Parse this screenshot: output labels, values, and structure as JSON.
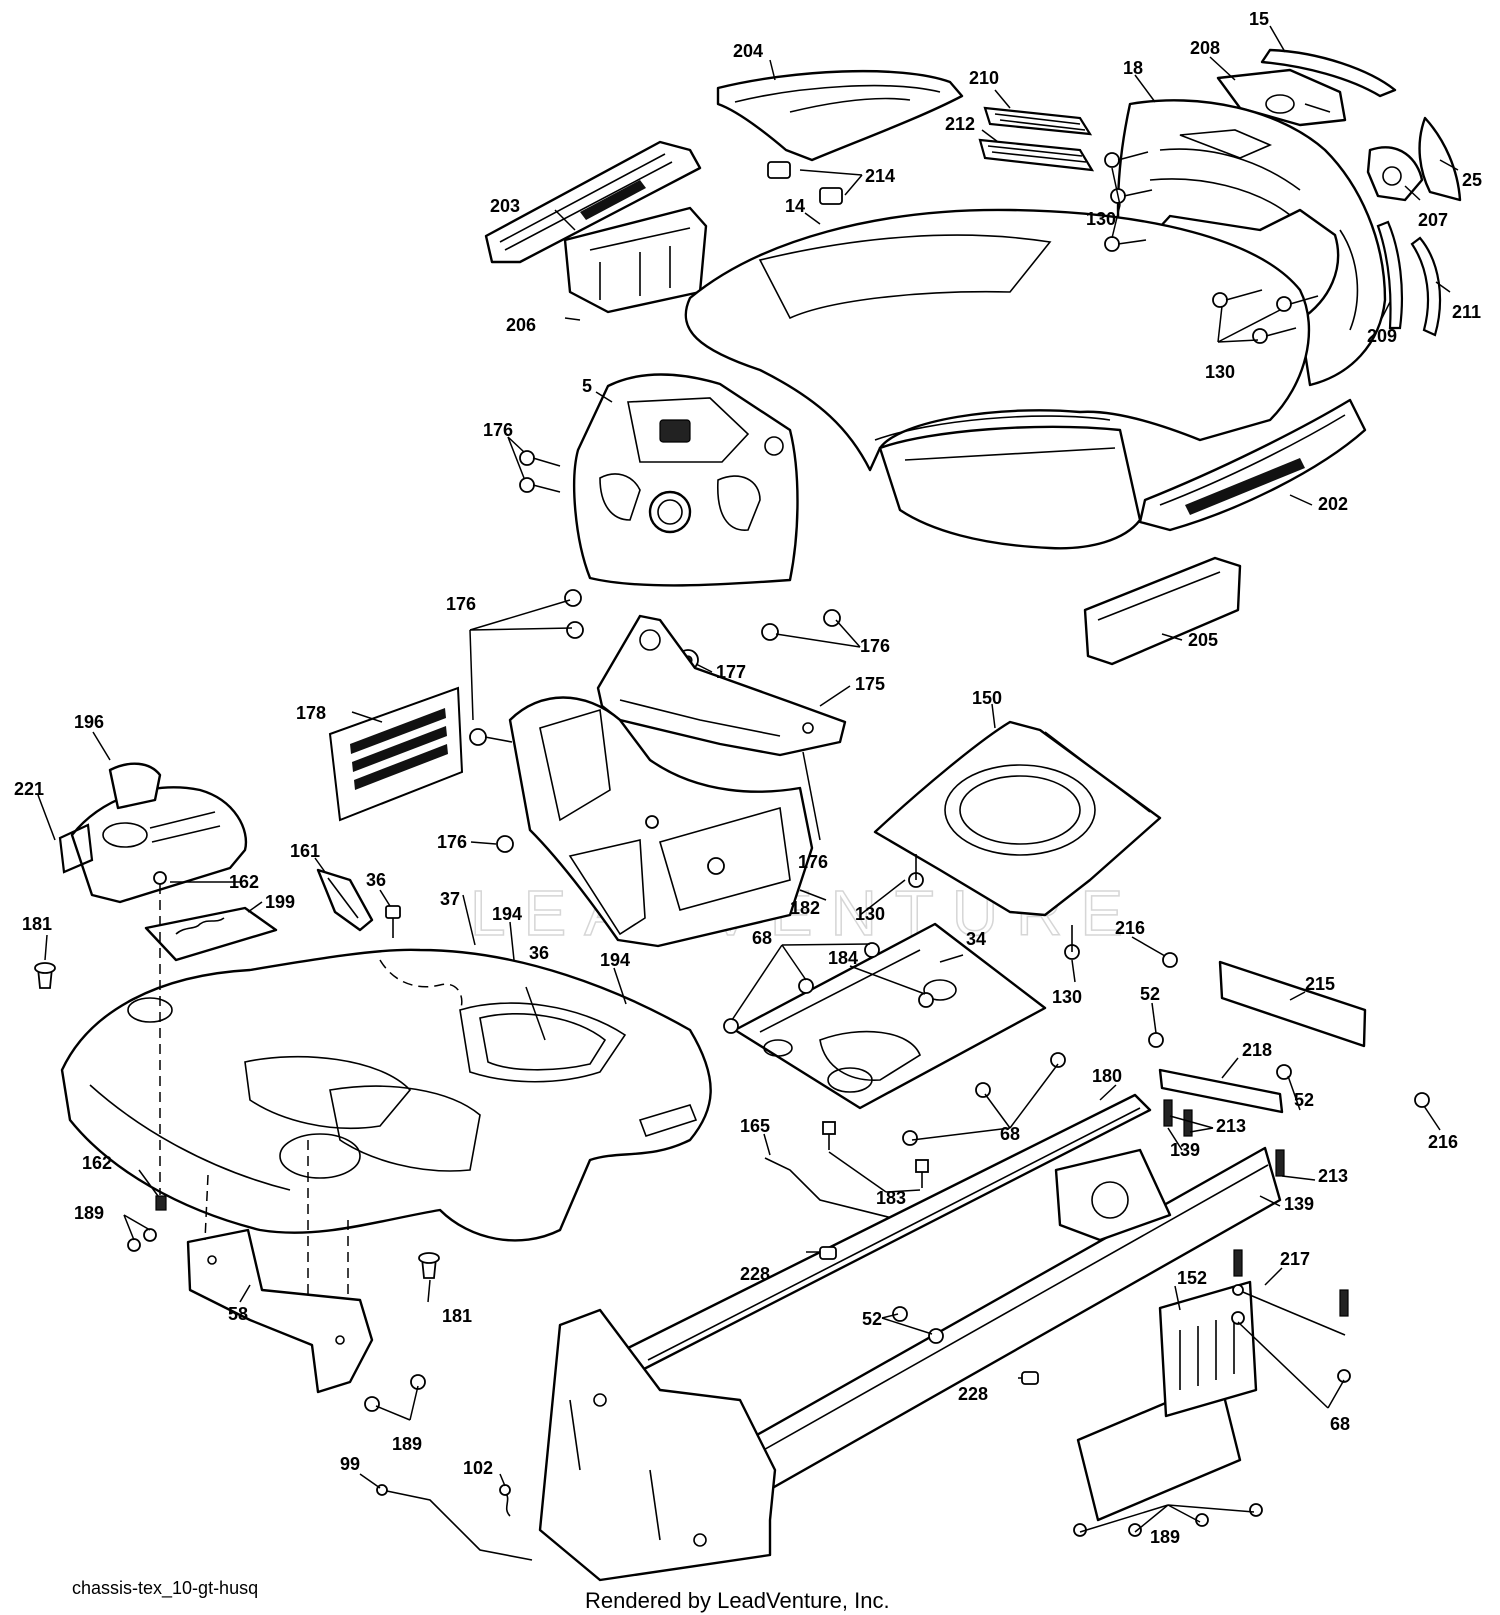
{
  "diagram": {
    "code": "chassis-tex_10-gt-husq",
    "rendered_by": "Rendered by LeadVenture, Inc.",
    "watermark": "LEADVENTURE"
  },
  "callouts": {
    "c204": "204",
    "c15": "15",
    "c208": "208",
    "c18": "18",
    "c210": "210",
    "c212": "212",
    "c214": "214",
    "c203": "203",
    "c14": "14",
    "c130a": "130",
    "c207": "207",
    "c25": "25",
    "c211": "211",
    "c209": "209",
    "c206": "206",
    "c130b": "130",
    "c5": "5",
    "c176a": "176",
    "c202": "202",
    "c176b": "176",
    "c176c": "176",
    "c205": "205",
    "c177": "177",
    "c175": "175",
    "c150": "150",
    "c178": "178",
    "c196": "196",
    "c221": "221",
    "c176d": "176",
    "c176e": "176",
    "c162a": "162",
    "c161": "161",
    "c36a": "36",
    "c199": "199",
    "c37": "37",
    "c182": "182",
    "c130c": "130",
    "c34": "34",
    "c181a": "181",
    "c194a": "194",
    "c36b": "36",
    "c194b": "194",
    "c68a": "68",
    "c184": "184",
    "c216a": "216",
    "c130d": "130",
    "c215": "215",
    "c52a": "52",
    "c218": "218",
    "c180": "180",
    "c52b": "52",
    "c213a": "213",
    "c139a": "139",
    "c216b": "216",
    "c68b": "68",
    "c165": "165",
    "c213b": "213",
    "c162b": "162",
    "c183": "183",
    "c139b": "139",
    "c189a": "189",
    "c228a": "228",
    "c217": "217",
    "c152": "152",
    "c52c": "52",
    "c181b": "181",
    "c58": "58",
    "c68c": "68",
    "c228b": "228",
    "c189b": "189",
    "c99": "99",
    "c102": "102",
    "c189c": "189"
  }
}
